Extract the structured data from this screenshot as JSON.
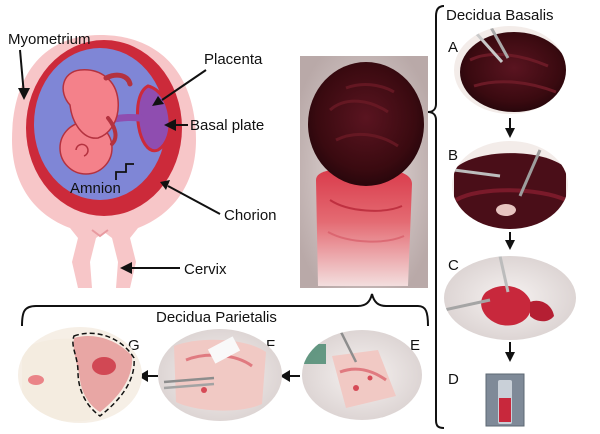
{
  "labels": {
    "myometrium": "Myometrium",
    "placenta": "Placenta",
    "basal_plate": "Basal plate",
    "amnion": "Amnion",
    "chorion": "Chorion",
    "cervix": "Cervix",
    "decidua_basalis": "Decidua Basalis",
    "decidua_parietalis": "Decidua Parietalis"
  },
  "panels": {
    "a": "A",
    "b": "B",
    "c": "C",
    "d": "D",
    "e": "E",
    "f": "F",
    "g": "G"
  },
  "colors": {
    "uterus_outer": "#f7c6c8",
    "uterus_wall": "#cc2a3a",
    "amniotic_fluid": "#7f86d6",
    "fetus": "#f4818a",
    "placenta_disc": "#8f4db0",
    "tissue_dark": "#3a0a10",
    "tissue_red": "#c8283c",
    "membrane_pale": "#f1c9c4"
  }
}
